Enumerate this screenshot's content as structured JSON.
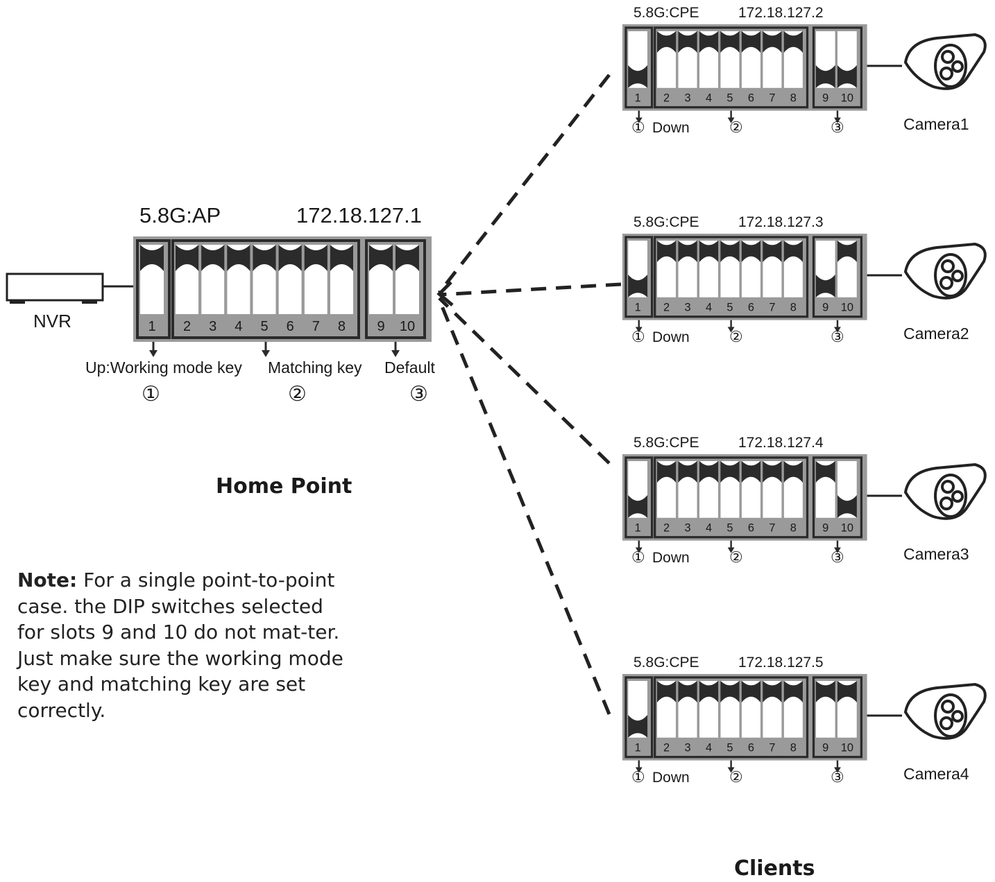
{
  "home": {
    "mode": "5.8G:AP",
    "ip": "172.18.127.1",
    "device": "NVR",
    "caption_1": "Up:Working mode key",
    "caption_2": "Matching key",
    "caption_3": "Default",
    "switch_numbers": [
      "1",
      "2",
      "3",
      "4",
      "5",
      "6",
      "7",
      "8",
      "9",
      "10"
    ],
    "switch_positions": [
      "up",
      "up",
      "up",
      "up",
      "up",
      "up",
      "up",
      "up",
      "up",
      "up"
    ],
    "title": "Home Point"
  },
  "markers": [
    "①",
    "②",
    "③"
  ],
  "clients": [
    {
      "mode": "5.8G:CPE",
      "ip": "172.18.127.2",
      "camera": "Camera1",
      "down": "Down",
      "switch_numbers": [
        "1",
        "2",
        "3",
        "4",
        "5",
        "6",
        "7",
        "8",
        "9",
        "10"
      ],
      "switch_positions": [
        "down",
        "up",
        "up",
        "up",
        "up",
        "up",
        "up",
        "up",
        "down",
        "down"
      ]
    },
    {
      "mode": "5.8G:CPE",
      "ip": "172.18.127.3",
      "camera": "Camera2",
      "down": "Down",
      "switch_numbers": [
        "1",
        "2",
        "3",
        "4",
        "5",
        "6",
        "7",
        "8",
        "9",
        "10"
      ],
      "switch_positions": [
        "down",
        "up",
        "up",
        "up",
        "up",
        "up",
        "up",
        "up",
        "down",
        "up"
      ]
    },
    {
      "mode": "5.8G:CPE",
      "ip": "172.18.127.4",
      "camera": "Camera3",
      "down": "Down",
      "switch_numbers": [
        "1",
        "2",
        "3",
        "4",
        "5",
        "6",
        "7",
        "8",
        "9",
        "10"
      ],
      "switch_positions": [
        "down",
        "up",
        "up",
        "up",
        "up",
        "up",
        "up",
        "up",
        "up",
        "down"
      ]
    },
    {
      "mode": "5.8G:CPE",
      "ip": "172.18.127.5",
      "camera": "Camera4",
      "down": "Down",
      "switch_numbers": [
        "1",
        "2",
        "3",
        "4",
        "5",
        "6",
        "7",
        "8",
        "9",
        "10"
      ],
      "switch_positions": [
        "down",
        "up",
        "up",
        "up",
        "up",
        "up",
        "up",
        "up",
        "up",
        "up"
      ]
    }
  ],
  "clients_title": "Clients",
  "note": {
    "label": "Note:",
    "text": " For a single point-to-point case. the DIP switches selected for slots 9 and 10 do not mat-ter. Just make sure the working mode key and matching key are set correctly."
  },
  "colors": {
    "panel": "#9a9a9a",
    "dark": "#2b2b2b",
    "white": "#ffffff"
  }
}
